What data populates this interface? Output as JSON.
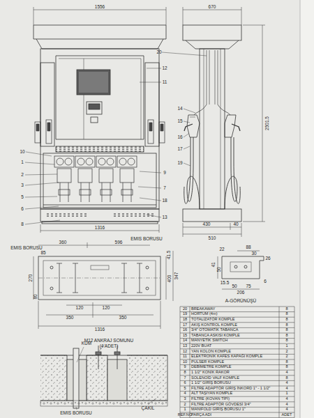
{
  "diagram": {
    "labels": [
      "1556",
      "670",
      "2501.5",
      "10",
      "1",
      "2",
      "3",
      "5",
      "6",
      "8",
      "12",
      "11",
      "9",
      "7",
      "18",
      "13",
      "1316",
      "20",
      "14",
      "15",
      "16",
      "17",
      "19",
      "430",
      "40",
      "510",
      "EMIS BORUSU",
      "85",
      "360",
      "596",
      "EMIS BORUSU",
      "41.5",
      "270",
      "80",
      "347",
      "400",
      "120",
      "120",
      "350",
      "350",
      "1316",
      "88",
      "30",
      "26",
      "22",
      "41",
      "50",
      "15.5",
      "50",
      "75",
      "206",
      "6",
      "A-GÖRÜNÜŞÜ",
      "KUM",
      "M12 ANKRAJ SOMUNU",
      "(4 ADET)",
      "EMIS BORUSU",
      "ÇAKIL",
      "20",
      "BREAKAWAY",
      "8",
      "19",
      "HORTUM (4m)",
      "8",
      "18",
      "TOTALİZATÖR KOMPLE",
      "8",
      "17",
      "AKIŞ KONTROL KOMPLE",
      "8",
      "16",
      "3/4\" OTOMATİK TABANCA",
      "8",
      "15",
      "TABANCA ASKISI KOMPLE",
      "8",
      "14",
      "MANYETİK SWITCH",
      "8",
      "13",
      "220V BUAT",
      "1",
      "12",
      "YAN KOLON KOMPLE",
      "2",
      "11",
      "ELEKTRONİK KAFES KAPAĞI KOMPLE",
      "2",
      "10",
      "PULSER KOMPLE",
      "8",
      "9",
      "DEBİMETRE KOMPLE",
      "8",
      "8",
      "1 1/2\" KONİK RAKOR",
      "4",
      "7",
      "SOLENOİD VALF KOMPLE",
      "8",
      "6",
      "1 1/2\" GİRİŞ BORUSU",
      "4",
      "5",
      "FİLTRE ADAPTÖR GİRİŞ İNKORD 1\" - 1 1/2\"",
      "4",
      "4",
      "ALT TAŞIYAN KOMPLE",
      "1",
      "3",
      "FİLTRE (KOVAN TİPİ)",
      "4",
      "2",
      "FİLTRE ADAPTÖR GÖVDESİ 3/4\"",
      "4",
      "1",
      "MANIFOLD GİRİŞ BORUSU 1\"",
      "4",
      "REF.NO",
      "PARÇA ADI",
      "ADET"
    ]
  }
}
